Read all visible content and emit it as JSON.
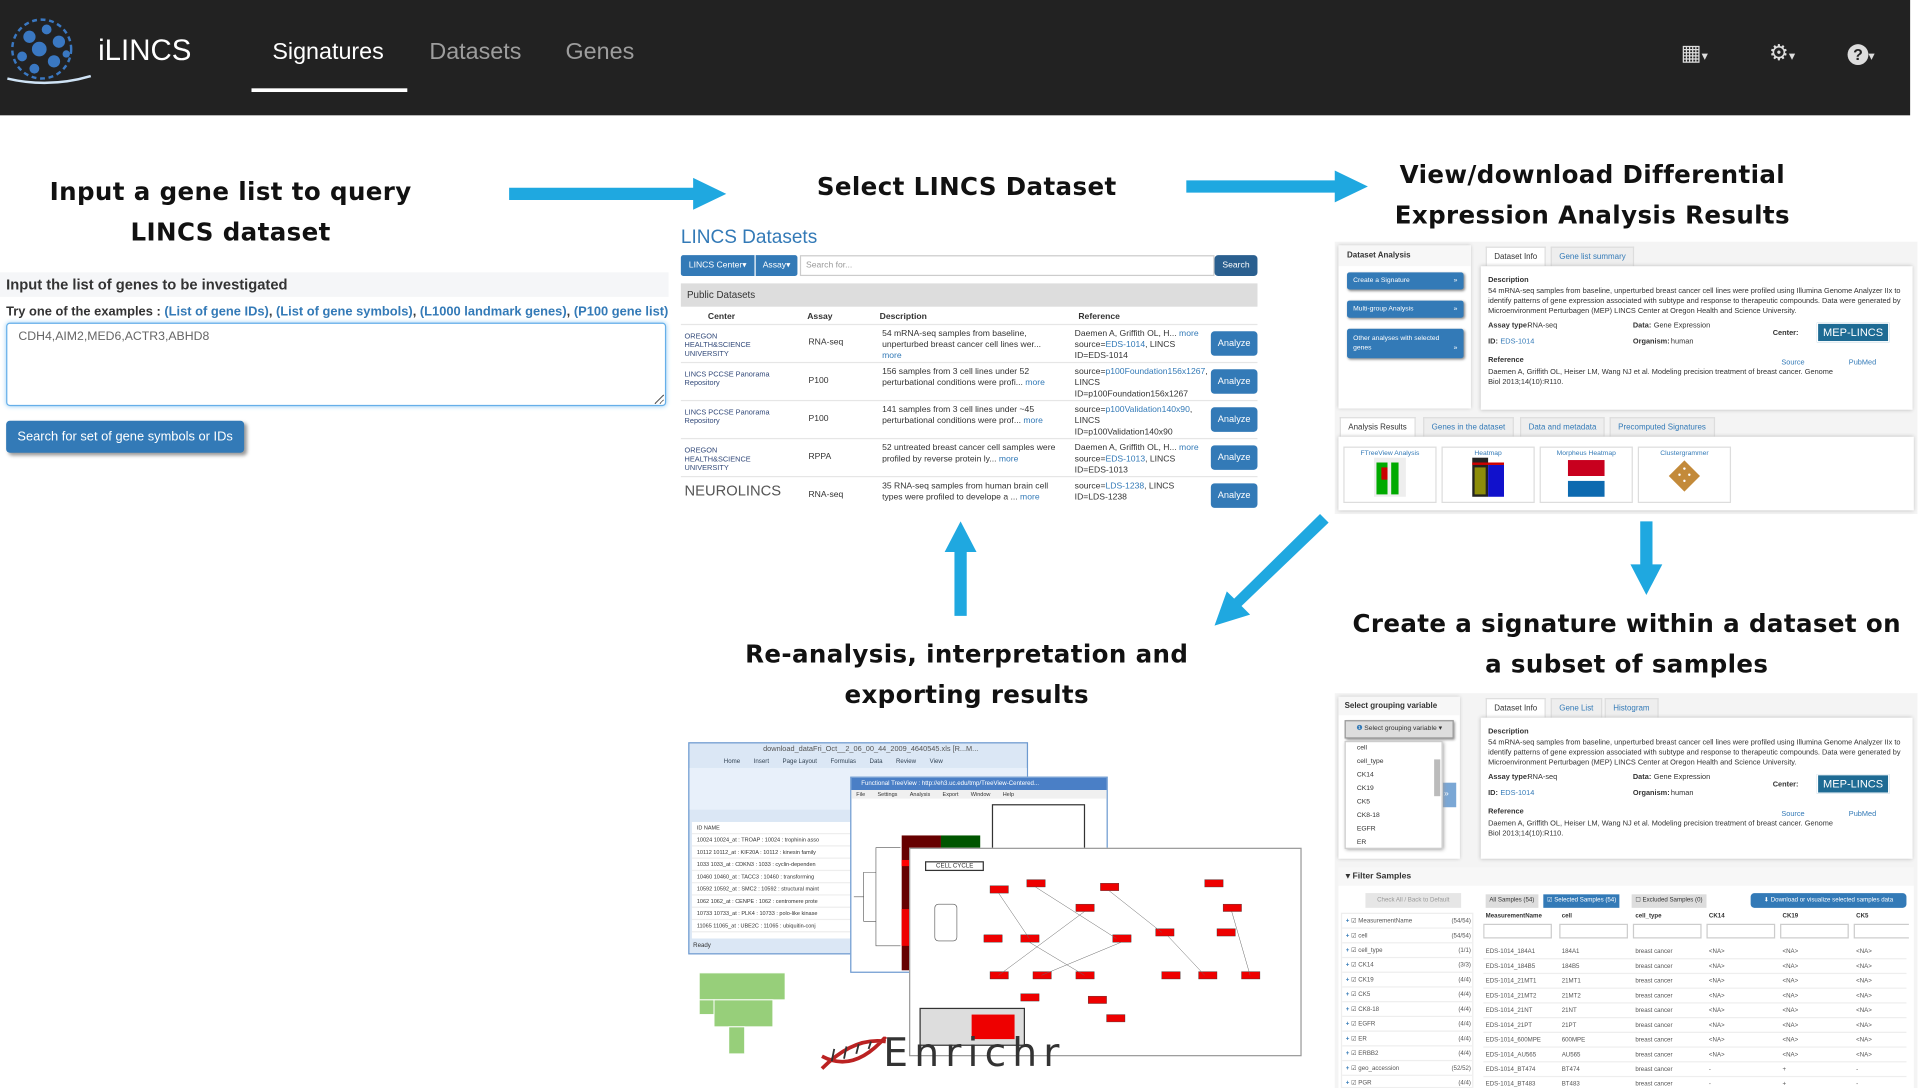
{
  "navbar": {
    "brand": "iLINCS",
    "tabs": [
      {
        "label": "Signatures",
        "active": true
      },
      {
        "label": "Datasets"
      },
      {
        "label": "Genes"
      }
    ],
    "icons": [
      "grid-icon",
      "gear-icon",
      "help-icon"
    ],
    "caret": "▾"
  },
  "steps": {
    "step1": [
      "Input a gene list to query",
      "LINCS dataset"
    ],
    "step2": "Select LINCS Dataset",
    "step3": [
      "View/download Differential",
      "Expression Analysis Results"
    ],
    "step4": [
      "Create a signature within a dataset on",
      "a subset of samples"
    ],
    "step5": [
      "Re-analysis, interpretation and",
      "exporting results"
    ]
  },
  "colors": {
    "accent": "#337ab7",
    "arrow": "#1fa8e0",
    "navbar": "#222222"
  },
  "gene_input": {
    "header": "Input the list of genes to be investigated",
    "examples_label": "Try one of the examples : ",
    "examples": [
      "(List of gene IDs)",
      "(List of gene symbols)",
      "(L1000 landmark genes)",
      "(P100 gene list)"
    ],
    "value": "CDH4,AIM2,MED6,ACTR3,ABHD8",
    "button": "Search for set of gene symbols or IDs"
  },
  "datasets": {
    "title": "LINCS Datasets",
    "center_btn": "LINCS Center▾",
    "assay_btn": "Assay▾",
    "search_placeholder": "Search for...",
    "search_btn": "Search",
    "section": "Public Datasets",
    "columns": [
      "Center",
      "Assay",
      "Description",
      "Reference"
    ],
    "rows": [
      {
        "logo": "OREGON HEALTH&SCIENCE UNIVERSITY",
        "assay": "RNA-seq",
        "desc": "54 mRNA-seq samples from baseline, unperturbed breast cancer cell lines wer...",
        "more": "more",
        "ref": "Daemen A, Griffith OL, H...",
        "ref_more": "more",
        "src_pre": "source=",
        "src": "EDS-1014",
        "src_post": ", LINCS",
        "id": "ID=EDS-1014",
        "btn": "Analyze"
      },
      {
        "logo": "LINCS PCCSE Panorama Repository",
        "assay": "P100",
        "desc": "156 samples from 3 cell lines under 52 perturbational conditions were profi...",
        "more": "more",
        "ref": "",
        "ref_more": "",
        "src_pre": "source=",
        "src": "p100Foundation156x1267",
        "src_post": ", LINCS",
        "id": "ID=p100Foundation156x1267",
        "btn": "Analyze"
      },
      {
        "logo": "LINCS PCCSE Panorama Repository",
        "assay": "P100",
        "desc": "141 samples from 3 cell lines under ~45 perturbational conditions were prof...",
        "more": "more",
        "ref": "",
        "ref_more": "",
        "src_pre": "source=",
        "src": "p100Validation140x90",
        "src_post": ", LINCS",
        "id": "ID=p100Validation140x90",
        "btn": "Analyze"
      },
      {
        "logo": "OREGON HEALTH&SCIENCE UNIVERSITY",
        "assay": "RPPA",
        "desc": "52 untreated breast cancer cell samples were profiled by reverse protein ly...",
        "more": "more",
        "ref": "Daemen A, Griffith OL, H...",
        "ref_more": "more",
        "src_pre": "source=",
        "src": "EDS-1013",
        "src_post": ", LINCS",
        "id": "ID=EDS-1013",
        "btn": "Analyze"
      },
      {
        "logo": "NEUROLINCS",
        "assay": "RNA-seq",
        "desc": "35 RNA-seq samples from human brain cell types were profiled to develope a ...",
        "more": "more",
        "ref": "",
        "ref_more": "",
        "src_pre": "source=",
        "src": "LDS-1238",
        "src_post": ", LINCS",
        "id": "ID=LDS-1238",
        "btn": "Analyze"
      }
    ]
  },
  "dataset_info": {
    "desc_label": "Description",
    "desc": "54 mRNA-seq samples from baseline, unperturbed breast cancer cell lines were profiled using Illumina Genome Analyzer IIx to identify patterns of gene expression associated with subtype and response to therapeutic compounds. Data were generated by Microenvironment Perturbagen (MEP) LINCS Center at Oregon Health and Science University.",
    "assay_label": "Assay type:",
    "assay": "RNA-seq",
    "data_label": "Data:",
    "data": "Gene Expression",
    "id_label": "ID:",
    "id": "EDS-1014",
    "organism_label": "Organism:",
    "organism": "human",
    "center_label": "Center:",
    "center": "MEP-LINCS",
    "ref_label": "Reference",
    "source": "Source",
    "pubmed": "PubMed",
    "ref": "Daemen A, Griffith OL, Heiser LM, Wang NJ et al. Modeling precision treatment of breast cancer. Genome Biol 2013;14(10):R110."
  },
  "analysis": {
    "title": "Dataset Analysis",
    "buttons": [
      "Create a Signature",
      "Multi-group Analysis",
      "Other analyses with selected genes"
    ],
    "info_tabs": [
      "Dataset Info",
      "Gene list summary"
    ],
    "result_tabs": [
      "Analysis Results",
      "Genes in the dataset",
      "Data and metadata",
      "Precomputed Signatures"
    ],
    "results": [
      "FTreeView Analysis",
      "Heatmap",
      "Morpheus Heatmap",
      "Clustergrammer"
    ]
  },
  "signature": {
    "group_title": "Select grouping variable",
    "group_select": "Select grouping variable",
    "options": [
      "cell",
      "cell_type",
      "CK14",
      "CK19",
      "CK5",
      "CK8-18",
      "EGFR",
      "ER"
    ],
    "info_tabs": [
      "Dataset Info",
      "Gene List",
      "Histogram"
    ],
    "filter_title": "Filter Samples",
    "check_all": "Check All / Back to Default",
    "filters": [
      [
        "MeasurementName",
        "(54/54)"
      ],
      [
        "cell",
        "(54/54)"
      ],
      [
        "cell_type",
        "(1/1)"
      ],
      [
        "CK14",
        "(3/3)"
      ],
      [
        "CK19",
        "(4/4)"
      ],
      [
        "CK5",
        "(4/4)"
      ],
      [
        "CK8-18",
        "(4/4)"
      ],
      [
        "EGFR",
        "(4/4)"
      ],
      [
        "ER",
        "(4/4)"
      ],
      [
        "ERBB2",
        "(4/4)"
      ],
      [
        "geo_accession",
        "(52/52)"
      ],
      [
        "PGR",
        "(4/4)"
      ]
    ],
    "sample_tabs": [
      "All Samples (54)",
      "☑ Selected Samples (54)",
      "☐ Excluded Samples (0)"
    ],
    "download_btn": "⬇ Download or visualize selected samples data",
    "columns": [
      "MeasurementName",
      "cell",
      "cell_type",
      "CK14",
      "CK19",
      "CK5"
    ],
    "rows": [
      [
        "EDS-1014_184A1",
        "184A1",
        "breast cancer",
        "<NA>",
        "<NA>",
        "<NA>"
      ],
      [
        "EDS-1014_184B5",
        "184B5",
        "breast cancer",
        "<NA>",
        "<NA>",
        "<NA>"
      ],
      [
        "EDS-1014_21MT1",
        "21MT1",
        "breast cancer",
        "<NA>",
        "<NA>",
        "<NA>"
      ],
      [
        "EDS-1014_21MT2",
        "21MT2",
        "breast cancer",
        "<NA>",
        "<NA>",
        "<NA>"
      ],
      [
        "EDS-1014_21NT",
        "21NT",
        "breast cancer",
        "<NA>",
        "<NA>",
        "<NA>"
      ],
      [
        "EDS-1014_21PT",
        "21PT",
        "breast cancer",
        "<NA>",
        "<NA>",
        "<NA>"
      ],
      [
        "EDS-1014_600MPE",
        "600MPE",
        "breast cancer",
        "<NA>",
        "<NA>",
        "<NA>"
      ],
      [
        "EDS-1014_AU565",
        "AU565",
        "breast cancer",
        "<NA>",
        "<NA>",
        "<NA>"
      ],
      [
        "EDS-1014_BT474",
        "BT474",
        "breast cancer",
        "-",
        "+",
        "-"
      ],
      [
        "EDS-1014_BT483",
        "BT483",
        "breast cancer",
        "-",
        "+",
        "-"
      ]
    ]
  },
  "collage": {
    "excel_title": "download_dataFri_Oct__2_06_00_44_2009_4640545.xls [R...M...",
    "excel_tabs": [
      "Home",
      "Insert",
      "Page Layout",
      "Formulas",
      "Data",
      "Review",
      "View"
    ],
    "excel_rows": [
      "ID   NAME",
      "10024 10024_at : TROAP : 10024 : trophinin asso",
      "10112 10112_at : KIF20A : 10112 : kinesin family",
      "1033 1033_at : CDKN3 : 1033 : cyclin-dependen",
      "10460 10460_at : TACC3 : 10460 : transforming",
      "10592 10592_at : SMC2 : 10592 : structural maint",
      "1062 1062_at : CENPE : 1062 : centromere prote",
      "10733 10733_at : PLK4 : 10733 : polo-like kinase",
      "11065 11065_at : UBE2C : 11065 : ubiquitin-conj"
    ],
    "excel_status": "Ready",
    "treeview_title": "Functional TreeView : http://eh3.uc.edu/tmp/TreeView-Centered...",
    "treeview_menu": [
      "File",
      "Settings",
      "Analysis",
      "Export",
      "Window",
      "Help"
    ],
    "pathway_title": "CELL CYCLE",
    "enrichr": "Enrichr"
  }
}
